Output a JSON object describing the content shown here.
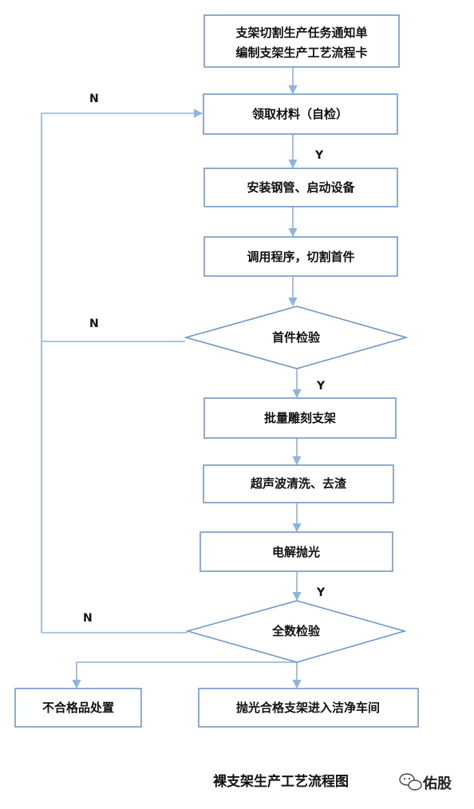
{
  "nodes": {
    "notice_line1": "支架切割生产任务通知单",
    "notice_line2": "编制支架生产工艺流程卡",
    "receive": "领取材料（自检）",
    "install": "安装钢管、启动设备",
    "program": "调用程序，切割首件",
    "first_inspect": "首件检验",
    "engrave": "批量雕刻支架",
    "ultrasonic": "超声波清洗、去渣",
    "polish": "电解抛光",
    "full_inspect": "全数检验",
    "reject": "不合格品处置",
    "pass_clean": "抛光合格支架进入洁净车间"
  },
  "labels": {
    "no": "N",
    "yes": "Y"
  },
  "caption": "裸支架生产工艺流程图",
  "watermark": "佑股",
  "colors": {
    "box_border": "#6f98c8",
    "connector": "#8db3df",
    "text": "#111111"
  }
}
